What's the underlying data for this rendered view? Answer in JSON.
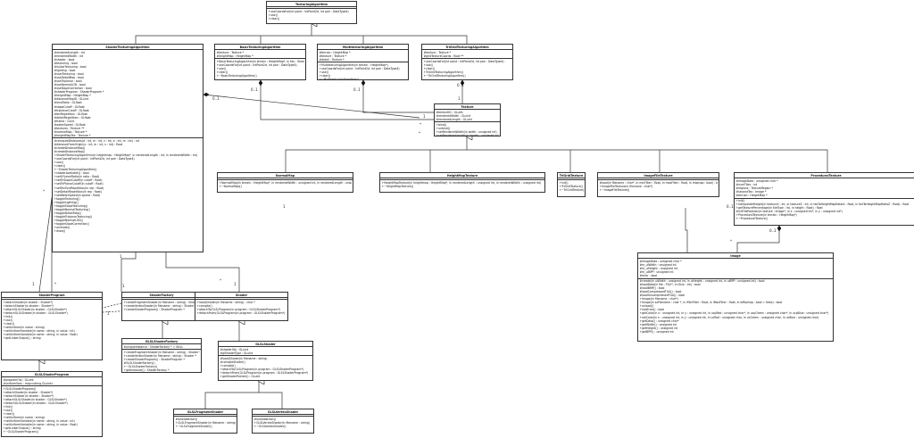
{
  "classes": [
    {
      "id": "TexturingAlgorithm",
      "attrs": [],
      "ops": [
        "+useCoordsFor(int point : IntPoint2d, int pair : DataType4)",
        "+use()",
        "+clear()"
      ]
    },
    {
      "id": "ShaderTexturingAlgorithm",
      "attrs": [
        "#renderedLength : int",
        "#renderedWidth : int",
        "#shader : bool",
        "#texturing : bool",
        "#isUserTexturing : bool",
        "#lighting : bool",
        "#userTexturing : bool",
        "#useDetailMap : bool",
        "#useTriplanar : bool",
        "#useNormalLOD : bool",
        "#useSlopeCorrection : bool",
        "#shaderProgram : ShaderProgram *",
        "#heightMap : HeightMap *",
        "#distanceMapID : GLuint",
        "#lenxRatio : GLfloat",
        "#slopeCutoff : GLfloat",
        "#triplanarCutoff : GLfloat",
        "#texRepetition : GLfloat",
        "#detailRepetition : GLfloat",
        "#frame : GLint",
        "#waterSpeed : GLfloat",
        "#textures : Texture **",
        "#normalMap : Texture *",
        "#heightMapTex : Texture *"
      ],
      "ops": [
        "#computeDistances(d : int, m : int, z : int, e : int, m : int) : int",
        "#distanceFromOrigin(x : int, m : int, s : int) : float",
        "#createDistanceMap()",
        "#createDistanceMap()",
        "+ShaderTexturingAlgorithm(in heightmap : HeightMap*, in renderedLength : int, in renderedWidth : int)",
        "+useCoordsFor(int point : IntPoint2d, int pair : DataType4)",
        "+use()",
        "+clear()",
        "+~ShaderTexturingAlgorithm()",
        "+shaderAvailable() : bool",
        "+setXYLevelRatio(in ratio : float)",
        "+setTriSlopeCutoff(in cutoff : float)",
        "+setTriPlanarCutoff(in cutoff : float)",
        "+setTexTureRepetition(in rep : float)",
        "+setDetailRepetition(in rep : float)",
        "+setWaterSpeed(in speed : float)",
        "+toggleTexturing()",
        "+toggleLighting()",
        "+toggleSlopeTexturing()",
        "+toggleNormalTexturing()",
        "+toggleDetailMap()",
        "+toggleTriplanarTexturing()",
        "+toggleNormalLOD()",
        "+toggleSlopeCorrection()",
        "+animate()",
        "+draw()"
      ]
    },
    {
      "id": "BasicTexturingAlgorithm",
      "attrs": [
        "#texture : Texture *",
        "#heightMap : HeightMap *"
      ],
      "ops": [
        "+BasicTexturingAlgorithm(in terrain : HeightMap*, in tex : Texture*)",
        "+useCoordsFor(int point : IntPoint2d, int pair : DataType4)",
        "+use()",
        "+clear()",
        "+~BasicTexturingAlgorithm()"
      ]
    },
    {
      "id": "MultitexturingAlgorithm",
      "attrs": [
        "#terrain : HeightMap *",
        "#texture : Texture *",
        "#detail : Texture *"
      ],
      "ops": [
        "+MultitexturingAlgorithm(in terrain : HeightMap*)",
        "+useCoordsFor(int point : IntPoint2d, int pair : DataType4)",
        "+use()",
        "+clear()",
        "+~MultitexturingAlgorithm()"
      ]
    },
    {
      "id": "TriGridTexturingAlgorithm",
      "attrs": [
        "#texture : Texture *",
        "#gridTextureCoords : float **"
      ],
      "ops": [
        "+useCoordsFor(int point : IntPoint2d, int pair : DataType4)",
        "+use()",
        "+clear()",
        "+TriGridTexturingAlgorithm()",
        "+~TriGridTexturingAlgorithm()"
      ]
    },
    {
      "id": "Texture",
      "attrs": [
        "#textureID : GLuint",
        "#renderedWidth : GLuint",
        "#renderedLength : GLuint"
      ],
      "ops": [
        "+bind()",
        "+unbind()",
        "+setRenderedWidth(in width : unsigned int)",
        "+setRenderedLength(in length : unsigned int)"
      ]
    },
    {
      "id": "NormalMap",
      "attrs": [],
      "ops": [
        "+NormalMap(in terrain : HeightMap*, in renderedWidth : unsigned int, in renderedLength : unsigned int)",
        "+~NormalMap()"
      ]
    },
    {
      "id": "HeightMapTexture",
      "attrs": [],
      "ops": [
        "+HeightMapTexture(in heightmap : HeightMap*, in renderedLength : unsigned int, in renderedWidth : unsigned int)",
        "+~HeightMapTexture()"
      ]
    },
    {
      "id": "TriGridTexture",
      "attrs": [],
      "ops": [
        "+init()",
        "+TriGridTexture()",
        "+~TriGridTexture()"
      ]
    },
    {
      "id": "ImageFileTexture",
      "attrs": [],
      "ops": [
        "#load(in filename : char*, in minFilter : float, in maxFilter : float, in mipmap : bool) : bool",
        "+ImageFileTexture(in filename : char*)",
        "+~ImageFileTexture()"
      ]
    },
    {
      "id": "ProceduralTexture",
      "attrs": [
        "#imageData : unsigned char *",
        "#numTiles : int",
        "#regions : TextureRegion *",
        "#secondTex : Image *",
        "#terrain : HeightMap *"
      ],
      "ops": [
        "+init()",
        "+interpolateHeight(in textureX : int, in textureZ : int, in texToHeightMapRatioX : float, in texToHeightMapRatioZ : float) : float",
        "+getTexturePercentage(in tileType : int, in height : float) : float",
        "#initTilePosition(in texture : Image*, in x : unsigned int*, in y : unsigned int*)",
        "+ProceduralTexture(in terrain : HeightMap*)",
        "+~ProceduralTexture()"
      ]
    },
    {
      "id": "Image",
      "attrs": [
        "#imageData : unsigned char *",
        "#m_uiWidth : unsigned int",
        "#m_uiHeight : unsigned int",
        "#m_uiBPP : unsigned int",
        "#error : bool"
      ],
      "ops": [
        "#create(in uiWidth : unsigned int, in uiHeight : unsigned int, in uiBPP : unsigned int) : bool",
        "#loadData(in file : FILE*, in iSize : int) : bool",
        "#loadBMP() : bool",
        "#loadCompressedTGA() : bool",
        "#loadUncompressedTGA() : bool",
        "+Image(in filename : char*)",
        "+Image(in szFilename : char *, in iMinFilter : float, in iMaxFilter : float, in bMipmap : bool = false) : bool",
        "+unload()",
        "+hasError() : bool",
        "+getColor(in x : unsigned int, in y : unsigned int, in ucpRed : unsigned char*, in ucpGreen : unsigned char*, in ucpBlue : unsigned char*)",
        "+setColor(in x : unsigned int, in y : unsigned int, in ucRed : unsigned char, in ucGreen : unsigned char, in ucBlue : unsigned char)",
        "+getData() : unsigned char*",
        "+getWidth() : unsigned int",
        "+getHeight() : unsigned int",
        "+getBPP() : unsigned int"
      ]
    },
    {
      "id": "ShaderProgram",
      "attrs": [],
      "ops": [
        "+attachShader(in shader : Shader*)",
        "+detachShader(in shader : Shader*)",
        "+attachGLSLShader(in shader : GLSLShader*)",
        "+detachGLSLShader(in shader : GLSLShader*)",
        "+link()",
        "+use()",
        "+clear()",
        "+setUniform(in name : string)",
        "+setUniformVariable(in name : string, in value : int)",
        "+setUniformVariable(in name : string, in value : float)",
        "+getLinkerOutput() : string"
      ]
    },
    {
      "id": "ShaderFactory",
      "attrs": [],
      "ops": [
        "+createFragmentShader(in filename : string) : Shader",
        "+createVertexShader(in filename : string) : Shader *",
        "+createShaderProgram() : ShaderProgram *"
      ]
    },
    {
      "id": "Shader",
      "attrs": [],
      "ops": [
        "+load(Shader(in filename : string) : char *",
        "+compile()",
        "+attachTo(GLSLProgram(in program : GLSLShaderProgram*)",
        "+detachFrom(GLSLProgram(in program : GLSLShaderProgram*)"
      ]
    },
    {
      "id": "GLSLShaderFactory",
      "attrs": [
        "#uniqueInstance : ShaderFactory * = NULL"
      ],
      "ops": [
        "+createFragmentShader(in filename : string) : Shader *",
        "+createVertexShader(in filename : string) : Shader *",
        "+createShaderProgram() : ShaderProgram *",
        "#GLSLShaderFactory()",
        "+~GLSLShaderFactory()",
        "+getInstance() : ShaderFactory *"
      ]
    },
    {
      "id": "GLSLShader",
      "attrs": [
        "#shaderObj : GLuint",
        "#glShaderType : GLuint"
      ],
      "ops": [
        "#load(Shader(in filename : string)",
        "#compileShader()",
        "+compile()",
        "+attachTo(GLSLProgram(in program : GLSLShaderProgram*)",
        "+detachFrom(GLSLProgram(in program : GLSLShaderProgram*)",
        "+getShaderPointer() : GLuint"
      ]
    },
    {
      "id": "GLSLFragmentShader",
      "attrs": [],
      "ops": [
        "#loneAbstract()",
        "+GLSLFragmentShader(in filename : string)",
        "+~GLSLFragmentShader()"
      ]
    },
    {
      "id": "GLSLVertexShader",
      "attrs": [],
      "ops": [
        "#loneAbstract()",
        "+GLSLVertexShader(in filename : string)",
        "+~GLSLVertexShader()"
      ]
    },
    {
      "id": "GLSLShaderProgram",
      "attrs": [
        "#programObj : GLuint",
        "#uniformVars : map<string,GLuint>"
      ],
      "ops": [
        "+GLSLShaderProgram()",
        "+attachShader(in shader : Shader*)",
        "+detachShader(in shader : Shader*)",
        "+attachGLSLShader(in shader : GLSLShader*)",
        "+detachGLSLShader(in shader : GLSLShader*)",
        "+link()",
        "+use()",
        "+clear()",
        "+setUniform(in name : string)",
        "+setUniformVariable(in name : string, in value : int)",
        "+setUniformVariable(in name : string, in value : float)",
        "+getLinkerOutput() : string",
        "+~GLSLShaderProgram()"
      ]
    }
  ],
  "multiplicities": {
    "m1": "0..1",
    "m2": "0..1",
    "m3": "0..1",
    "m4": "1",
    "m5": "*",
    "m6": "0..1",
    "m7": "1",
    "m8": "*",
    "m9": "1",
    "m10": "1",
    "m11": "*",
    "m12": "1",
    "m13": "1",
    "m14": "*",
    "m15": "1",
    "m16": "*",
    "m17": "0..1",
    "m18": "*"
  }
}
